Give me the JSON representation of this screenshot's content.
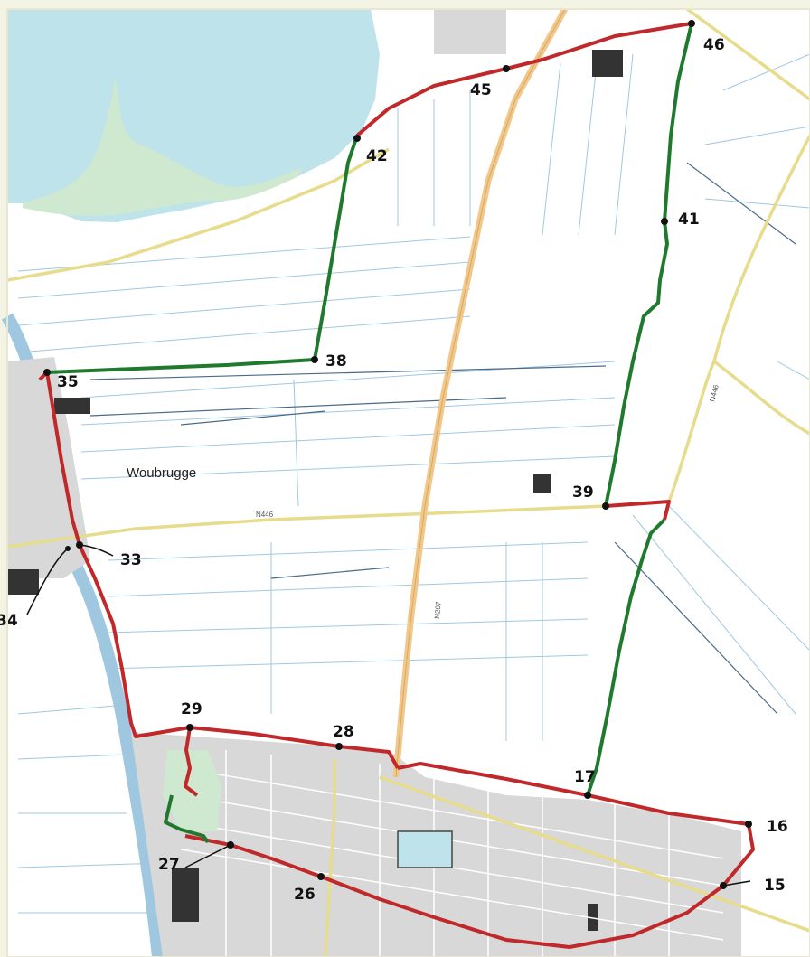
{
  "map": {
    "place_labels": {
      "woubrugge": "Woubrugge"
    },
    "road_labels": {
      "n446_west": "N446",
      "n446_east": "N446",
      "n207": "N207"
    },
    "junctions": {
      "j15": "15",
      "j16": "16",
      "j17": "17",
      "j26": "26",
      "j27": "27",
      "j28": "28",
      "j29": "29",
      "j33": "33",
      "j34": "34",
      "j35": "35",
      "j38": "38",
      "j39": "39",
      "j41": "41",
      "j42": "42",
      "j45": "45",
      "j46": "46"
    },
    "colors": {
      "water": "#bfe3ea",
      "land": "#ffffff",
      "border": "#f4f4e4",
      "red_route": "#c0282a",
      "green_route": "#1f7a2e",
      "main_road": "#f2c88a",
      "secondary_road": "#f2ecaa",
      "canal": "#9fc8e0",
      "urban": "#d8d8d8"
    }
  }
}
